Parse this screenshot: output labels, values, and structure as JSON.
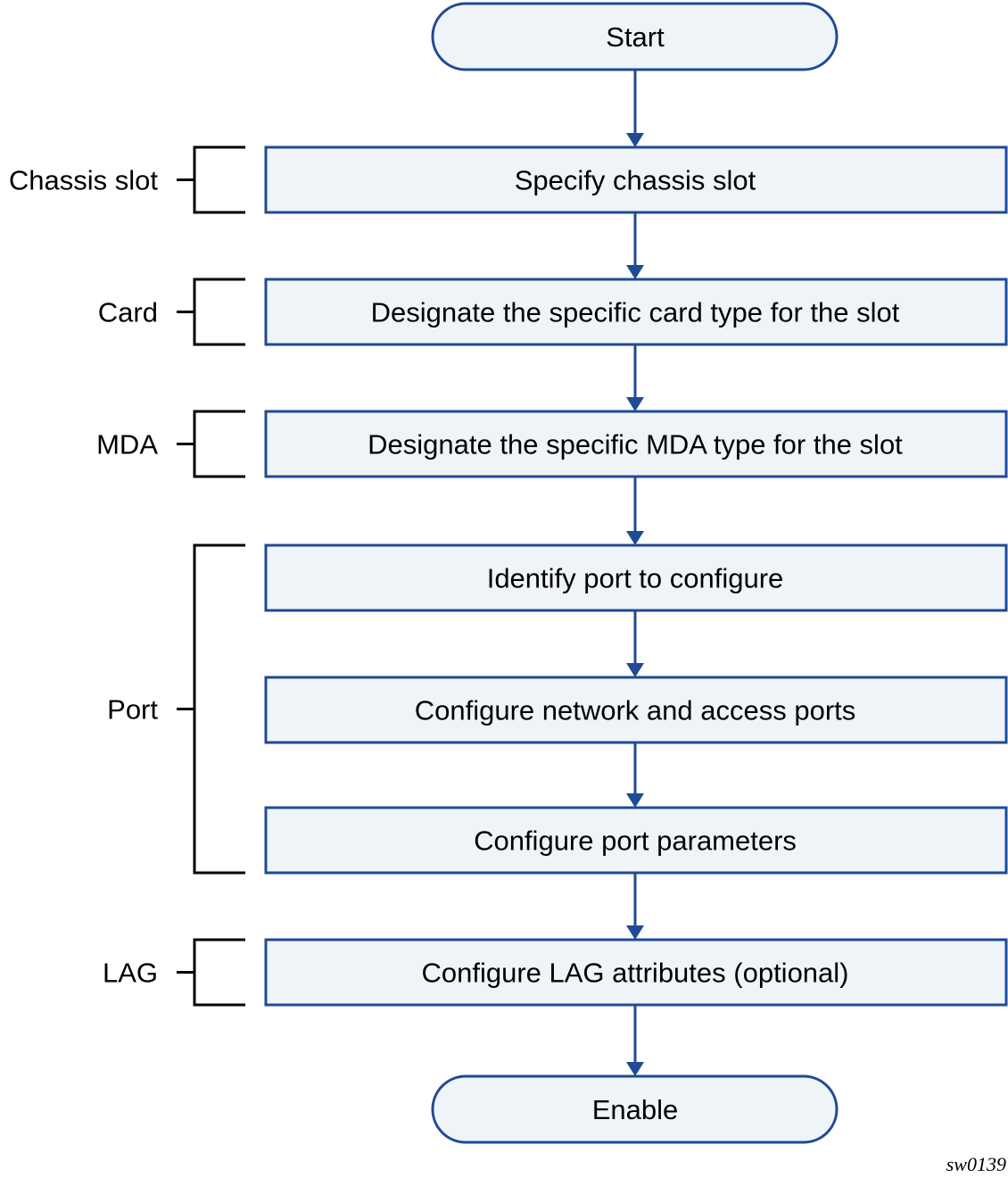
{
  "colors": {
    "stroke": "#204a94",
    "fill": "#eff4f9",
    "bracket": "#000000"
  },
  "start": "Start",
  "end": "Enable",
  "steps": [
    "Specify chassis slot",
    "Designate the specific card type for the slot",
    "Designate the specific MDA type for the slot",
    "Identify port to configure",
    "Configure network and access ports",
    "Configure port parameters",
    "Configure LAG attributes (optional)"
  ],
  "groups": [
    {
      "label": "Chassis slot",
      "first_step": 0,
      "last_step": 0
    },
    {
      "label": "Card",
      "first_step": 1,
      "last_step": 1
    },
    {
      "label": "MDA",
      "first_step": 2,
      "last_step": 2
    },
    {
      "label": "Port",
      "first_step": 3,
      "last_step": 5
    },
    {
      "label": "LAG",
      "first_step": 6,
      "last_step": 6
    }
  ],
  "figure_id": "sw0139"
}
